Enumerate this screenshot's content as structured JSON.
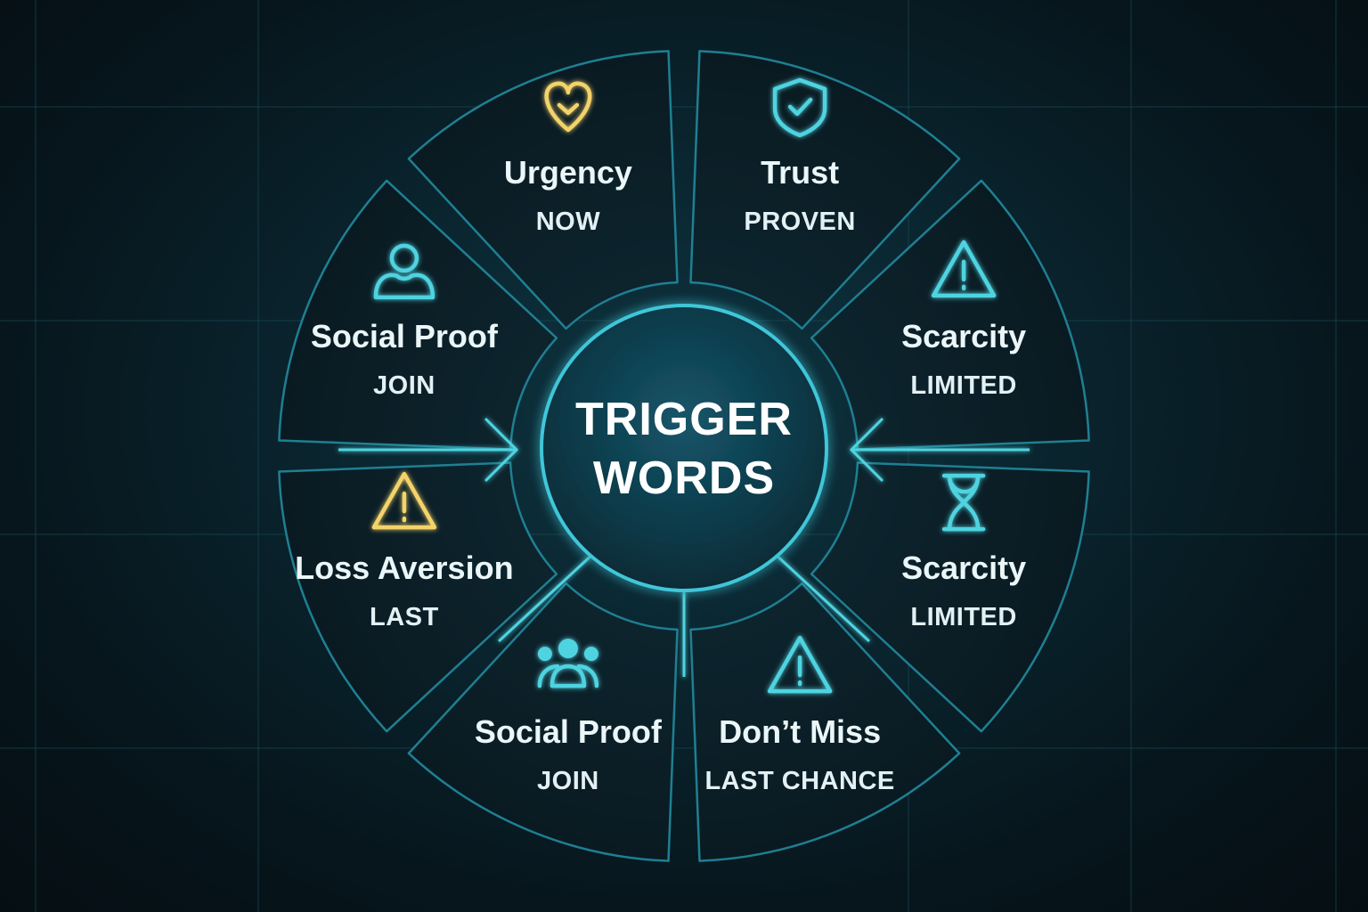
{
  "center": {
    "line1": "TRIGGER",
    "line2": "WORDS"
  },
  "colors": {
    "teal": "#4fd3e0",
    "gold": "#f3d36a",
    "segment_fill": "#0b1c23",
    "segment_stroke": "#1f7f92",
    "center_fill": "#0e3a47"
  },
  "segments": [
    {
      "title": "Urgency",
      "word": "NOW",
      "icon": "heart-icon",
      "icon_color": "#f3d36a"
    },
    {
      "title": "Trust",
      "word": "PROVEN",
      "icon": "shield-check-icon",
      "icon_color": "#4fd3e0"
    },
    {
      "title": "Scarcity",
      "word": "LIMITED",
      "icon": "warning-icon",
      "icon_color": "#4fd3e0"
    },
    {
      "title": "Scarcity",
      "word": "LIMITED",
      "icon": "hourglass-icon",
      "icon_color": "#4fd3e0"
    },
    {
      "title": "Don’t Miss",
      "word": "LAST CHANCE",
      "icon": "warning-icon",
      "icon_color": "#4fd3e0"
    },
    {
      "title": "Social Proof",
      "word": "JOIN",
      "icon": "group-icon",
      "icon_color": "#4fd3e0"
    },
    {
      "title": "Loss Aversion",
      "word": "LAST",
      "icon": "warning-icon",
      "icon_color": "#f3d36a"
    },
    {
      "title": "Social Proof",
      "word": "JOIN",
      "icon": "user-icon",
      "icon_color": "#4fd3e0"
    }
  ]
}
